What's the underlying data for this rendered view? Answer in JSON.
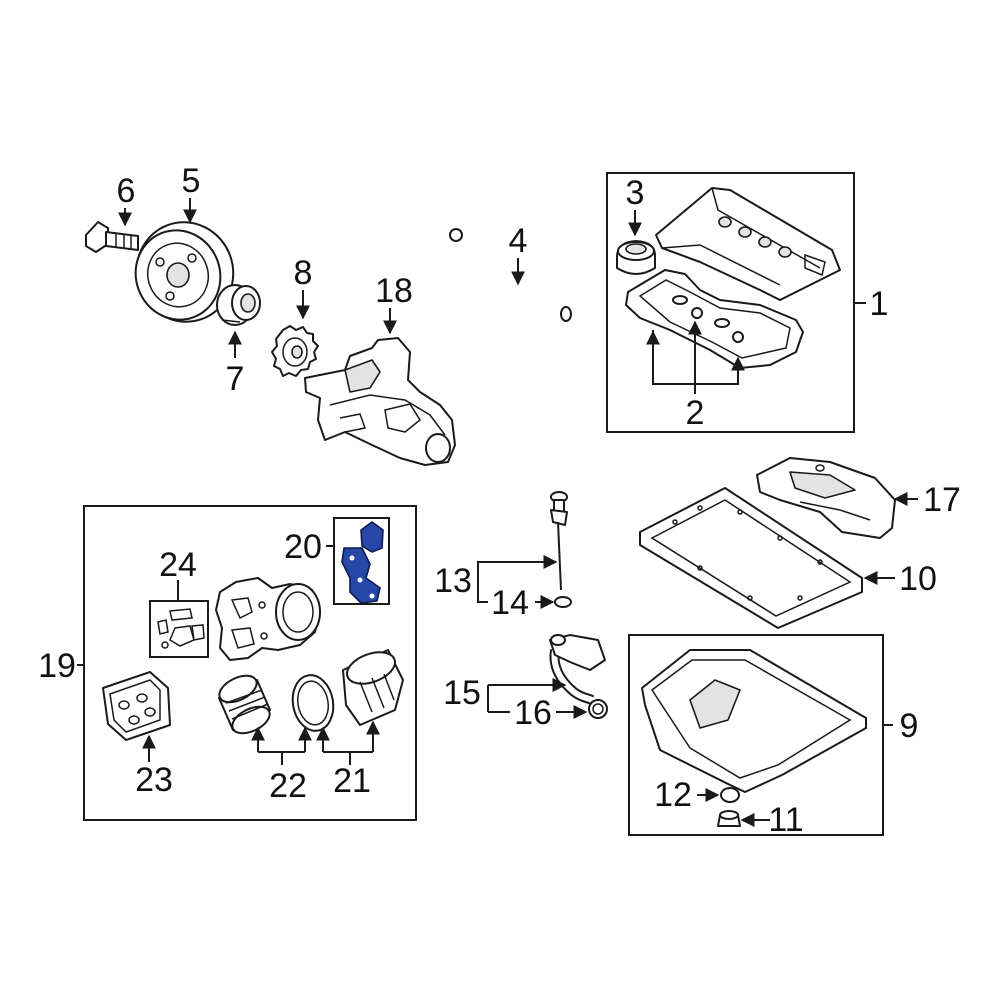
{
  "callouts": {
    "c1": "1",
    "c2": "2",
    "c3": "3",
    "c4": "4",
    "c5": "5",
    "c6": "6",
    "c7": "7",
    "c8": "8",
    "c9": "9",
    "c10": "10",
    "c11": "11",
    "c12": "12",
    "c13": "13",
    "c14": "14",
    "c15": "15",
    "c16": "16",
    "c17": "17",
    "c18": "18",
    "c19": "19",
    "c20": "20",
    "c21": "21",
    "c22": "22",
    "c23": "23",
    "c24": "24"
  },
  "colors": {
    "highlight": "#2848a8",
    "line": "#1a1a1a",
    "background": "#ffffff"
  }
}
